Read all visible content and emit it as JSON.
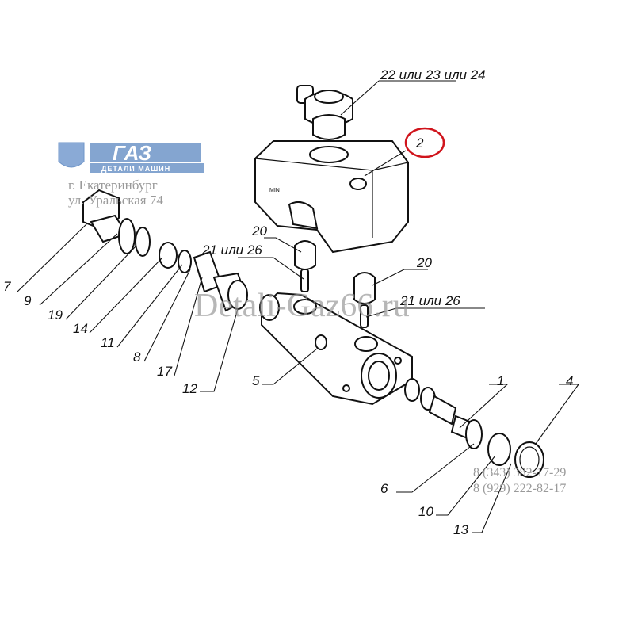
{
  "watermark": {
    "logo_text": "ГАЗ",
    "logo_subtitle": "ДЕТАЛИ МАШИН",
    "city": "г. Екатеринбург",
    "street": "ул. Уральская 74",
    "site": "Detali-Gaz66.ru",
    "phone1": "8 (343) 382-17-29",
    "phone2": "8 (929) 222-82-17"
  },
  "callouts": {
    "cap": "22 или 23 или 24",
    "reservoir": "2",
    "valve_left": "20",
    "pin_left": "21 или 26",
    "valve_right": "20",
    "pin_right": "21 или 26",
    "p7": "7",
    "p9": "9",
    "p19": "19",
    "p14": "14",
    "p11": "11",
    "p8": "8",
    "p17": "17",
    "p12": "12",
    "p5": "5",
    "p1": "1",
    "p4": "4",
    "p6": "6",
    "p10": "10",
    "p13": "13"
  },
  "highlight_color": "#d0141c",
  "watermark_color": "#6f95c8"
}
